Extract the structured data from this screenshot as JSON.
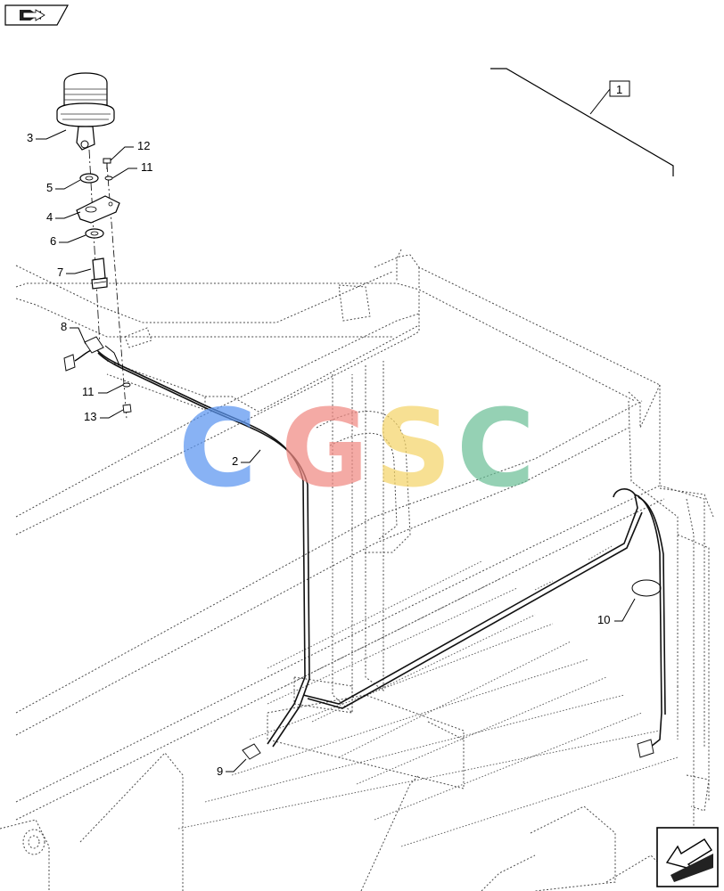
{
  "labels": {
    "ref_1": "1",
    "part_2": "2",
    "part_3": "3",
    "part_4": "4",
    "part_5": "5",
    "part_6": "6",
    "part_7": "7",
    "part_8": "8",
    "part_9": "9",
    "part_10": "10",
    "part_11a": "11",
    "part_11b": "11",
    "part_12": "12",
    "part_13": "13"
  },
  "watermark": {
    "letters": [
      "C",
      "G",
      "S",
      "C"
    ],
    "colors": [
      "#5b95f0",
      "#f08a82",
      "#f5d56a",
      "#6cbf98"
    ]
  },
  "icons": {
    "top_left": "book-arrow-icon",
    "bottom_right": "view-direction-arrow-icon"
  }
}
